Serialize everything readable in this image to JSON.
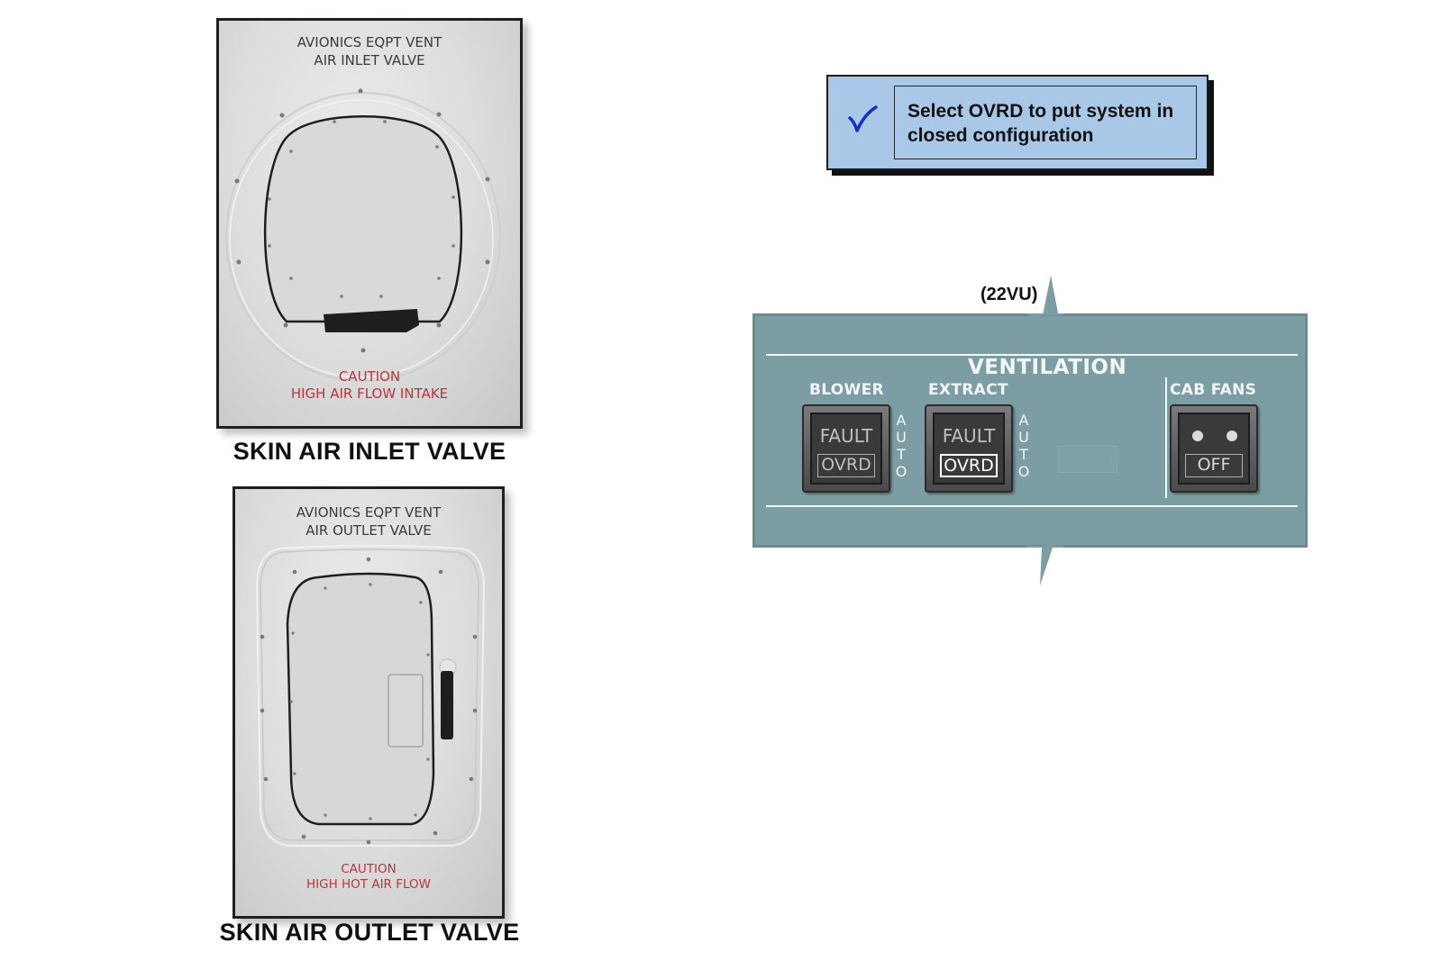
{
  "inlet_valve": {
    "placard_line1": "AVIONICS EQPT VENT",
    "placard_line2": "AIR INLET VALVE",
    "caution_line1": "CAUTION",
    "caution_line2": "HIGH AIR FLOW INTAKE",
    "caption": "SKIN AIR INLET VALVE"
  },
  "outlet_valve": {
    "placard_line1": "AVIONICS EQPT VENT",
    "placard_line2": "AIR OUTLET VALVE",
    "caution_line1": "CAUTION",
    "caution_line2": "HIGH HOT AIR FLOW",
    "caption": "SKIN AIR OUTLET VALVE"
  },
  "instruction": {
    "icon": "checkmark-icon",
    "text": "Select OVRD to put system in closed configuration",
    "color": "#a9c8e8"
  },
  "panel": {
    "id_label": "(22VU)",
    "title": "VENTILATION",
    "color": "#7d9da4",
    "blower": {
      "label": "BLOWER",
      "fault": "FAULT",
      "ovrd": "OVRD",
      "auto_letters": [
        "A",
        "U",
        "T",
        "O"
      ],
      "ovrd_lit": false
    },
    "extract": {
      "label": "EXTRACT",
      "fault": "FAULT",
      "ovrd": "OVRD",
      "auto_letters": [
        "A",
        "U",
        "T",
        "O"
      ],
      "ovrd_lit": true
    },
    "cab_fans": {
      "label": "CAB FANS",
      "off": "OFF"
    }
  }
}
